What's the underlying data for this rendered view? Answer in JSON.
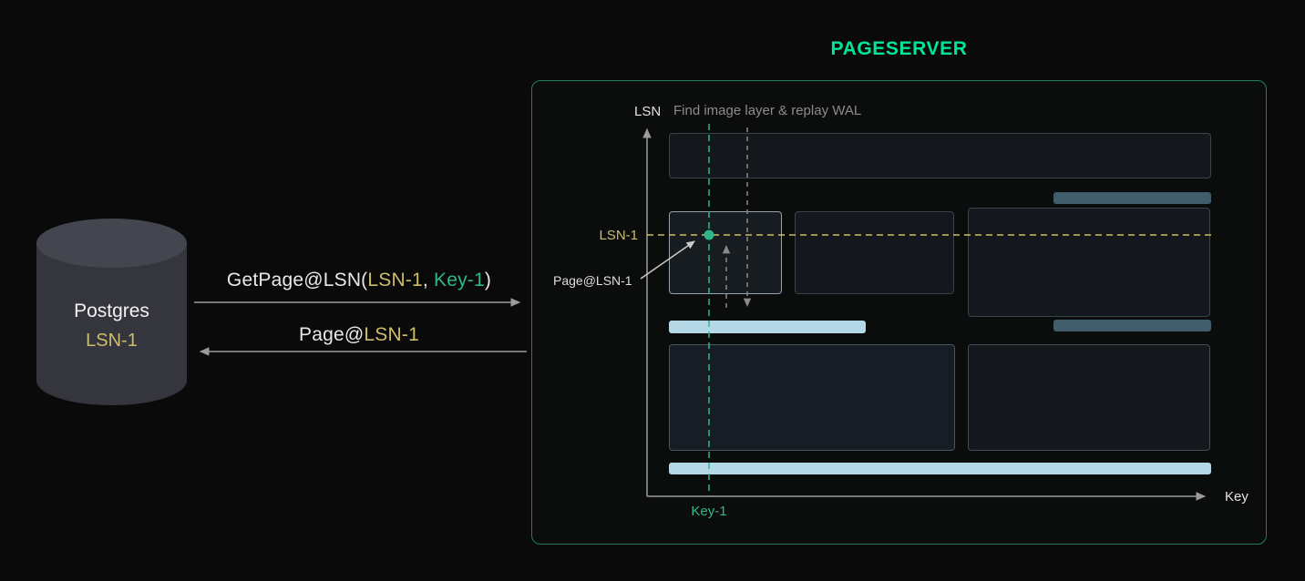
{
  "colors": {
    "background": "#0a0a0a",
    "brand_green": "#00e599",
    "accent_green": "#2eb88a",
    "accent_yellow": "#cdbd6b",
    "arrow_gray": "#9b9b9b",
    "muted_text": "#8c8c8c",
    "image_layer_blue": "#b4d8e6",
    "delta_bar_teal": "#3f5d6a",
    "pageserver_border": "#1e7f5c"
  },
  "postgres": {
    "name": "Postgres",
    "lsn": "LSN-1"
  },
  "request": {
    "prefix": "GetPage@LSN(",
    "lsn": "LSN-1",
    "separator": ", ",
    "key": "Key-1",
    "suffix": ")"
  },
  "response": {
    "prefix": "Page@",
    "lsn": "LSN-1"
  },
  "pageserver": {
    "title": "PAGESERVER",
    "hint": "Find image layer & replay WAL",
    "y_axis_label": "LSN",
    "x_axis_label": "Key",
    "lsn_marker": "LSN-1",
    "key_marker": "Key-1",
    "page_marker": "Page@LSN-1"
  }
}
